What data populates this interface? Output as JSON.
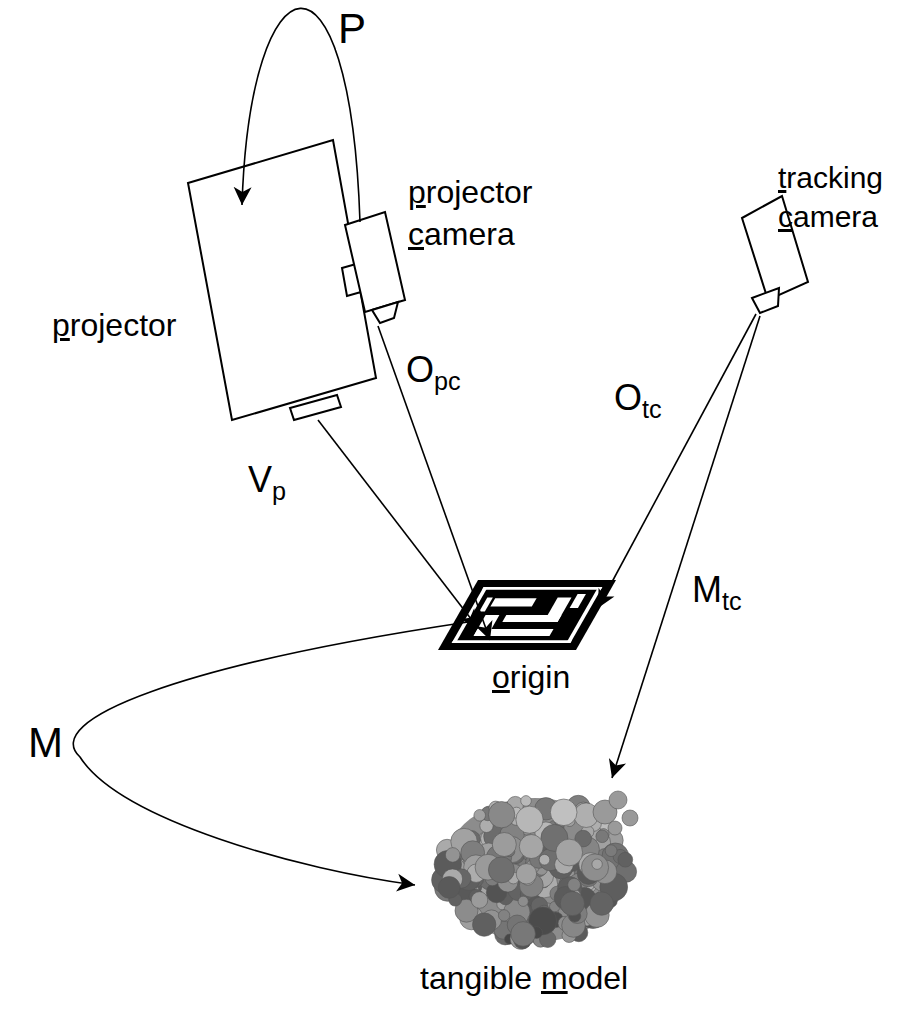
{
  "diagram": {
    "nodes": [
      {
        "text": [
          "projector"
        ]
      },
      {
        "text": [
          "projector camera"
        ]
      },
      {
        "text": [
          "tracking camera"
        ]
      },
      {
        "text": [
          "origin"
        ]
      },
      {
        "text": [
          "tangible model"
        ]
      }
    ],
    "edges": [
      {
        "from": 1,
        "to": 0,
        "arrow": "to",
        "label": "P"
      },
      {
        "from": 1,
        "to": 3,
        "arrow": "to",
        "label": "Opc"
      },
      {
        "from": 0,
        "to": 3,
        "arrow": "to",
        "label": "Vp"
      },
      {
        "from": 2,
        "to": 3,
        "arrow": "to",
        "label": "Otc"
      },
      {
        "from": 2,
        "to": 4,
        "arrow": "to",
        "label": "Mtc"
      },
      {
        "from": 3,
        "to": 4,
        "arrow": "to",
        "label": "M"
      }
    ]
  }
}
